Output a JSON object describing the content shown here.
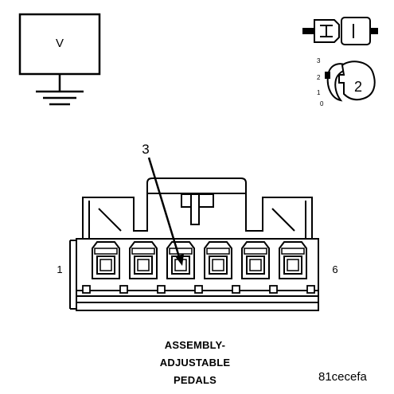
{
  "voltmeter": {
    "label": "V"
  },
  "ignition": {
    "positions": [
      "3",
      "2",
      "1",
      "0"
    ],
    "key_label": "2"
  },
  "connector": {
    "callout_label": "3",
    "pin_first_label": "1",
    "pin_last_label": "6",
    "cavity_count": 6
  },
  "caption": {
    "line1": "ASSEMBLY-",
    "line2": "ADJUSTABLE",
    "line3": "PEDALS"
  },
  "figure_code": "81cecefa"
}
